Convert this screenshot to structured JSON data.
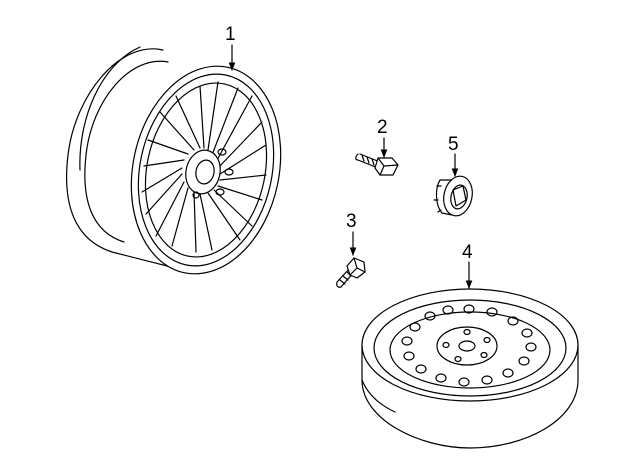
{
  "diagram": {
    "callouts": [
      {
        "id": "1",
        "label": "1",
        "part": "alloy-wheel"
      },
      {
        "id": "2",
        "label": "2",
        "part": "wheel-bolt"
      },
      {
        "id": "3",
        "label": "3",
        "part": "wheel-bolt-locking"
      },
      {
        "id": "4",
        "label": "4",
        "part": "spare-wheel"
      },
      {
        "id": "5",
        "label": "5",
        "part": "center-cap"
      }
    ],
    "colors": {
      "line": "#000000",
      "background": "#ffffff"
    }
  }
}
